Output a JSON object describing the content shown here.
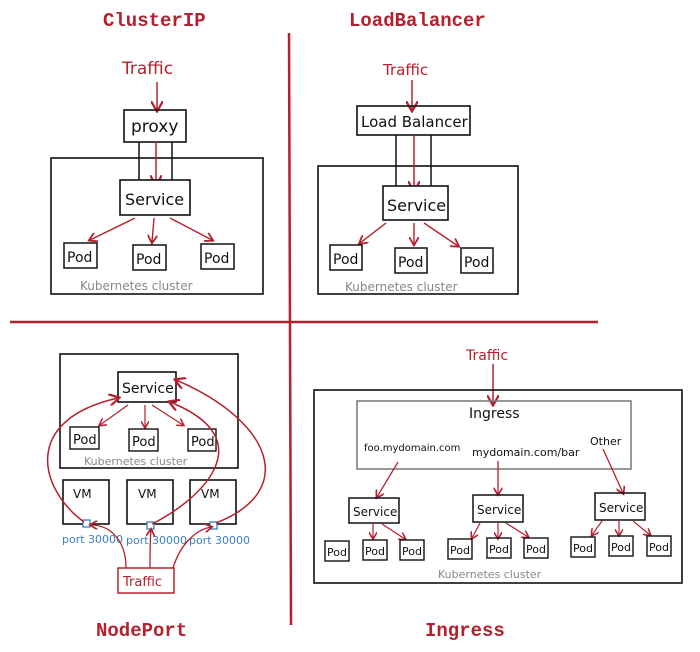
{
  "colors": {
    "accent": "#b5202e",
    "ink": "#111111",
    "port": "#3a7fc1",
    "cluster_label": "#888888"
  },
  "quadrants": {
    "clusterip": {
      "title": "ClusterIP",
      "traffic": "Traffic",
      "proxy": "proxy",
      "service": "Service",
      "pods": [
        "Pod",
        "Pod",
        "Pod"
      ],
      "cluster_label": "Kubernetes cluster"
    },
    "loadbalancer": {
      "title": "LoadBalancer",
      "traffic": "Traffic",
      "lb": "Load Balancer",
      "service": "Service",
      "pods": [
        "Pod",
        "Pod",
        "Pod"
      ],
      "cluster_label": "Kubernetes cluster"
    },
    "nodeport": {
      "title": "NodePort",
      "service": "Service",
      "pods": [
        "Pod",
        "Pod",
        "Pod"
      ],
      "cluster_label": "Kubernetes cluster",
      "vms": [
        "VM",
        "VM",
        "VM"
      ],
      "ports": [
        "port 30000",
        "port 30000",
        "port 30000"
      ],
      "traffic": "Traffic"
    },
    "ingress": {
      "title": "Ingress",
      "traffic": "Traffic",
      "ingress": "Ingress",
      "routes": [
        "foo.mydomain.com",
        "mydomain.com/bar",
        "Other"
      ],
      "services": [
        "Service",
        "Service",
        "Service"
      ],
      "pods": [
        "Pod",
        "Pod",
        "Pod",
        "Pod",
        "Pod",
        "Pod",
        "Pod",
        "Pod",
        "Pod"
      ],
      "cluster_label": "Kubernetes cluster"
    }
  }
}
